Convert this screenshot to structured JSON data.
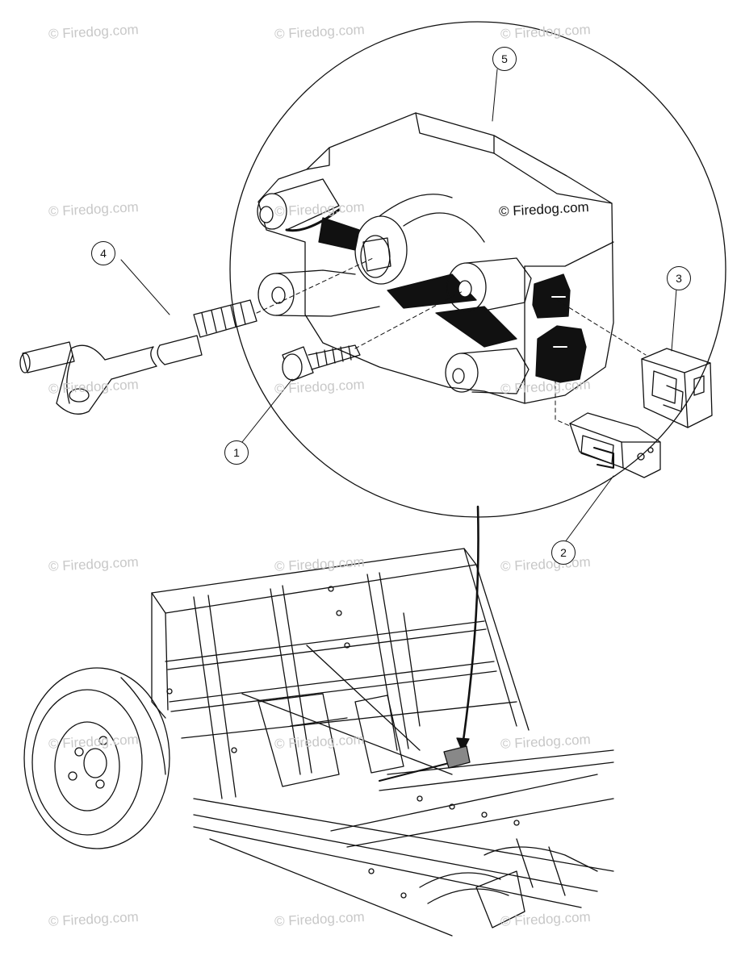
{
  "watermark": {
    "text": "© Firedog.com"
  },
  "callouts": [
    {
      "id": "callout-1",
      "label": "1"
    },
    {
      "id": "callout-2",
      "label": "2"
    },
    {
      "id": "callout-3",
      "label": "3"
    },
    {
      "id": "callout-4",
      "label": "4"
    },
    {
      "id": "callout-5",
      "label": "5"
    }
  ],
  "colors": {
    "line": "#111111",
    "watermark": "#c8c8c8",
    "background": "#ffffff"
  }
}
